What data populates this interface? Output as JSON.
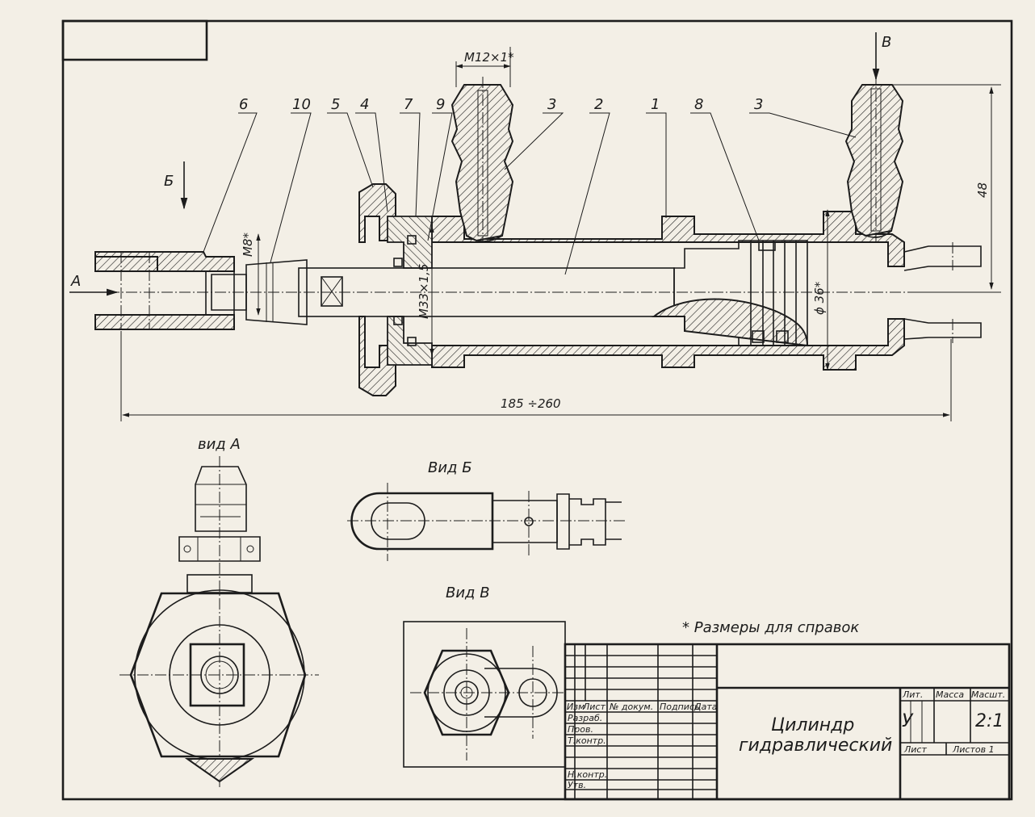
{
  "drawing": {
    "part_labels": [
      "6",
      "10",
      "5",
      "4",
      "7",
      "9",
      "3",
      "2",
      "1",
      "8",
      "3"
    ],
    "view_arrows": {
      "a": "A",
      "b": "Б",
      "v": "В"
    },
    "dimensions": {
      "thread_fitting": "M12×1*",
      "thread_rod": "M8*",
      "thread_cap": "M33×1,5",
      "bore_diameter": "ϕ 36*",
      "total_length": "185 ÷260",
      "height": "48"
    },
    "view_titles": {
      "view_a": "вид А",
      "view_b": "Вид Б",
      "view_v": "Вид В"
    },
    "note": "* Размеры для справок"
  },
  "title_block": {
    "column_headers": [
      "Изм",
      "Лист",
      "№ докум.",
      "Подпись",
      "Дата"
    ],
    "rows": [
      "Разраб.",
      "Пров.",
      "Т.контр.",
      "Н.контр.",
      "Утв."
    ],
    "title_line1": "Цилиндр",
    "title_line2": "гидравлический",
    "lit_header": "Лит.",
    "mass_header": "Масса",
    "scale_header": "Масшт.",
    "lit_value": "У",
    "scale_value": "2:1",
    "sheet_label": "Лист",
    "sheets_label": "Листов 1"
  }
}
